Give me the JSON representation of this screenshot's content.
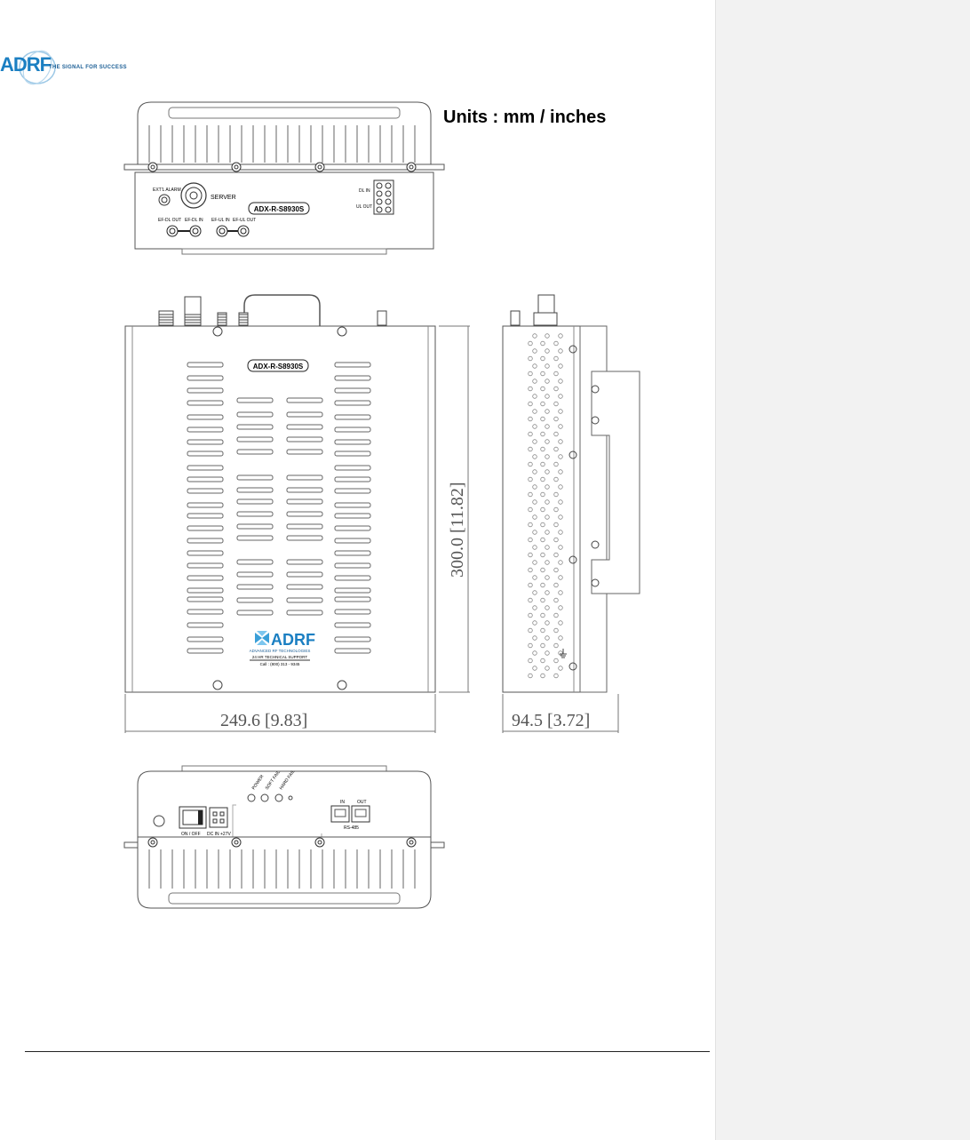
{
  "logo": {
    "letters": "ADRF",
    "tagline": "THE SIGNAL FOR SUCCESS"
  },
  "units_label": "Units : mm / inches",
  "top_view": {
    "model": "ADX-R-S8930S",
    "labels": {
      "ext_alarm": "EXT'L ALARM",
      "server": "SERVER",
      "ef_dl_out": "EF-DL OUT",
      "ef_dl_in": "EF-DL IN",
      "ef_ul_in": "EF-UL IN",
      "ef_ul_out": "EF-UL OUT",
      "dl_in": "DL IN",
      "ul_out": "UL OUT"
    }
  },
  "front_view": {
    "model": "ADX-R-S8930S",
    "brand": "ADRF",
    "company": "ADVANCED RF TECHNOLOGIES",
    "support": "24 HR TECHNICAL SUPPORT",
    "phone": "Call : (800) 313 - 9345",
    "width_dim": "249.6 [9.83]",
    "height_dim": "300.0 [11.82]"
  },
  "side_view": {
    "depth_dim": "94.5 [3.72]"
  },
  "bottom_view": {
    "labels": {
      "power": "POWER",
      "soft_fail": "SOFT FAIL",
      "hard_fail": "HARD FAIL",
      "on_off": "ON / OFF",
      "dc_in": "DC IN +27V",
      "in": "IN",
      "out": "OUT",
      "rs485": "RS-485"
    }
  }
}
